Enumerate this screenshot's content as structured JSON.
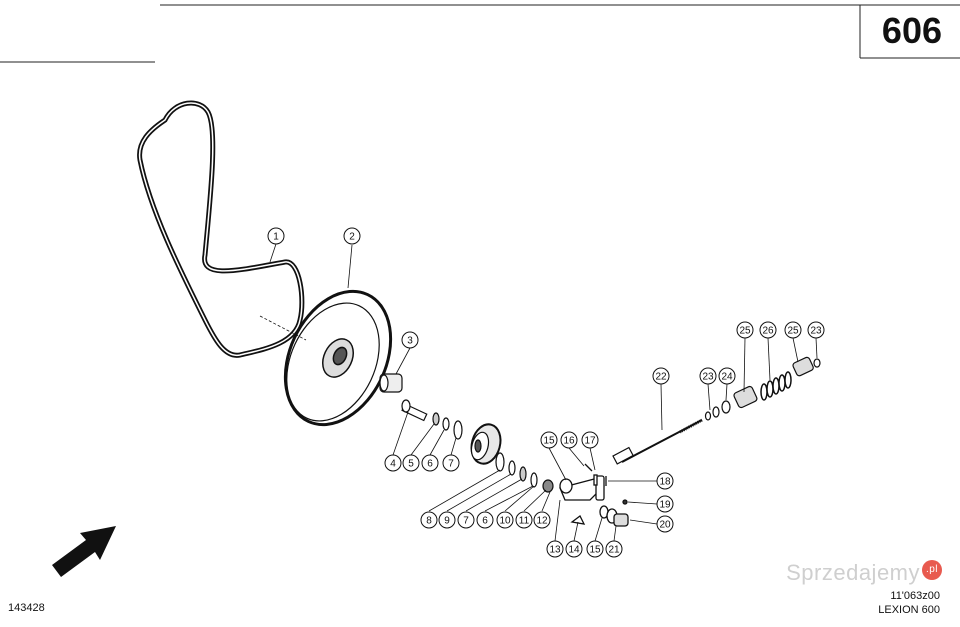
{
  "page_number": "606",
  "drawing_ref": "143428",
  "figure_code": "11'063z00",
  "model": "LEXION 600",
  "watermark": {
    "text": "Sprzedajemy",
    "suffix": ".pl"
  },
  "callouts": [
    {
      "id": "c1",
      "label": "1"
    },
    {
      "id": "c2",
      "label": "2"
    },
    {
      "id": "c3",
      "label": "3"
    },
    {
      "id": "c4",
      "label": "4"
    },
    {
      "id": "c5",
      "label": "5"
    },
    {
      "id": "c6a",
      "label": "6"
    },
    {
      "id": "c7a",
      "label": "7"
    },
    {
      "id": "c8",
      "label": "8"
    },
    {
      "id": "c9",
      "label": "9"
    },
    {
      "id": "c7b",
      "label": "7"
    },
    {
      "id": "c6b",
      "label": "6"
    },
    {
      "id": "c10",
      "label": "10"
    },
    {
      "id": "c11",
      "label": "11"
    },
    {
      "id": "c12",
      "label": "12"
    },
    {
      "id": "c13",
      "label": "13"
    },
    {
      "id": "c14",
      "label": "14"
    },
    {
      "id": "c15a",
      "label": "15"
    },
    {
      "id": "c15b",
      "label": "15"
    },
    {
      "id": "c16",
      "label": "16"
    },
    {
      "id": "c17",
      "label": "17"
    },
    {
      "id": "c18",
      "label": "18"
    },
    {
      "id": "c19",
      "label": "19"
    },
    {
      "id": "c20",
      "label": "20"
    },
    {
      "id": "c21",
      "label": "21"
    },
    {
      "id": "c22",
      "label": "22"
    },
    {
      "id": "c23a",
      "label": "23"
    },
    {
      "id": "c24",
      "label": "24"
    },
    {
      "id": "c25a",
      "label": "25"
    },
    {
      "id": "c26",
      "label": "26"
    },
    {
      "id": "c25b",
      "label": "25"
    },
    {
      "id": "c23b",
      "label": "23"
    }
  ]
}
